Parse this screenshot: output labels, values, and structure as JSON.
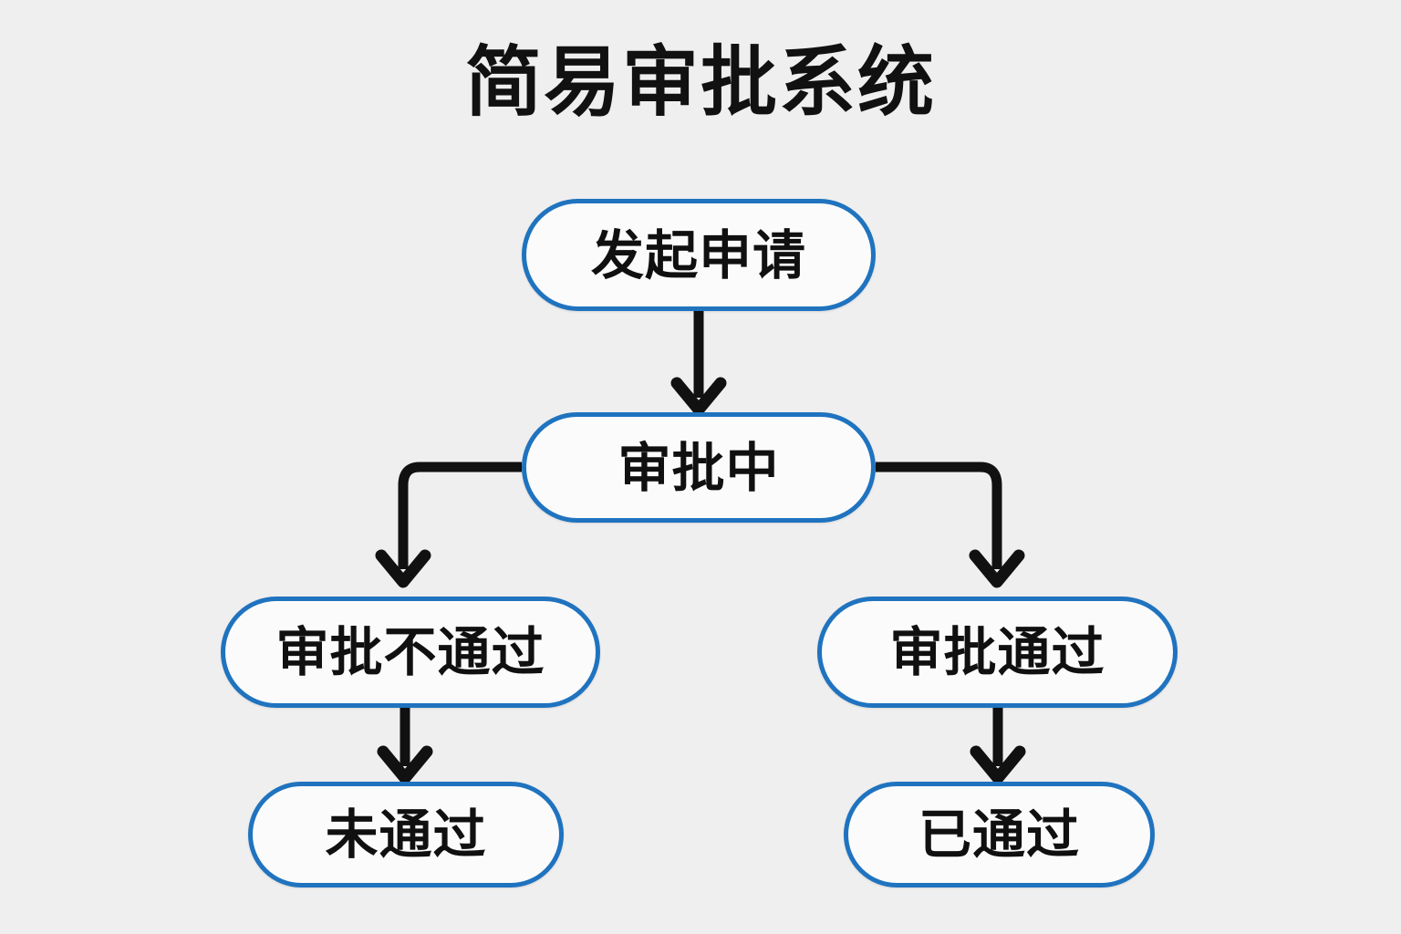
{
  "diagram": {
    "title": "简易审批系统",
    "type": "flowchart",
    "background_color": "#efefef",
    "node_fill_color": "#fbfbfb",
    "node_border_color": "#1f73bf",
    "connector_color": "#111111",
    "text_color": "#101010",
    "nodes": [
      {
        "id": "start",
        "label": "发起申请",
        "shape": "rounded-rectangle",
        "level": 1
      },
      {
        "id": "reviewing",
        "label": "审批中",
        "shape": "rounded-rectangle",
        "level": 2
      },
      {
        "id": "rejected",
        "label": "审批不通过",
        "shape": "rounded-rectangle",
        "level": 3
      },
      {
        "id": "approved",
        "label": "审批通过",
        "shape": "rounded-rectangle",
        "level": 3
      },
      {
        "id": "notPassed",
        "label": "未通过",
        "shape": "rounded-rectangle",
        "level": 4
      },
      {
        "id": "passed",
        "label": "已通过",
        "shape": "rounded-rectangle",
        "level": 4
      }
    ],
    "edges": [
      {
        "from": "start",
        "to": "reviewing",
        "label": "",
        "style": "straight-down"
      },
      {
        "from": "reviewing",
        "to": "rejected",
        "label": "",
        "style": "elbow-left"
      },
      {
        "from": "reviewing",
        "to": "approved",
        "label": "",
        "style": "elbow-right"
      },
      {
        "from": "rejected",
        "to": "notPassed",
        "label": "",
        "style": "straight-down"
      },
      {
        "from": "approved",
        "to": "passed",
        "label": "",
        "style": "straight-down"
      }
    ]
  }
}
